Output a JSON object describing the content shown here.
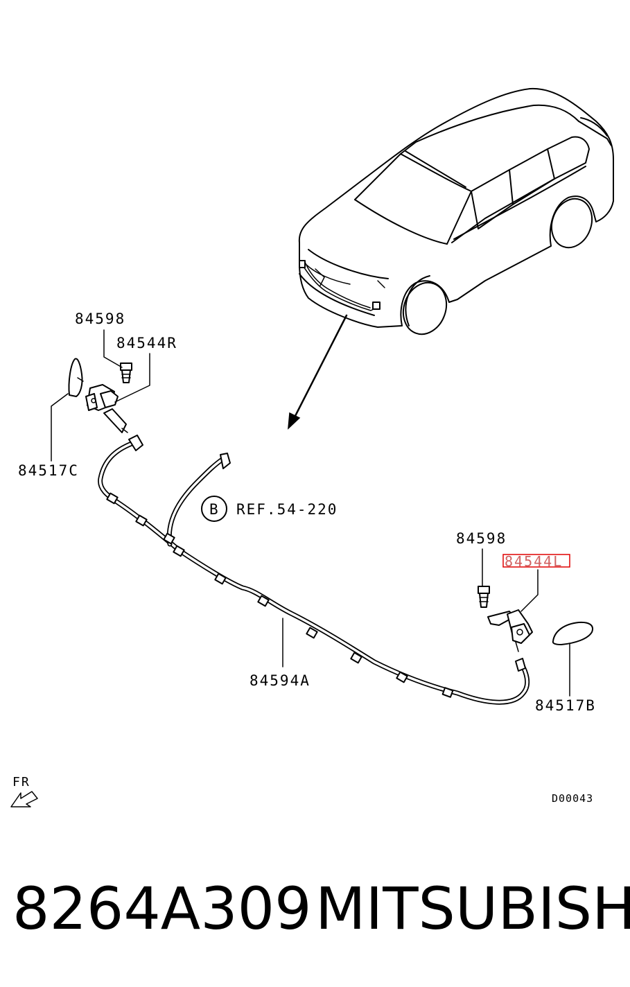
{
  "diagram": {
    "callouts": [
      {
        "id": "84598-left",
        "text": "84598"
      },
      {
        "id": "84544R",
        "text": "84544R"
      },
      {
        "id": "84517C",
        "text": "84517C"
      },
      {
        "id": "ref-text",
        "text": "REF.54-220"
      },
      {
        "id": "ref-circle",
        "text": "B"
      },
      {
        "id": "84598-right",
        "text": "84598"
      },
      {
        "id": "84544L",
        "text": "84544L"
      },
      {
        "id": "84594A",
        "text": "84594A"
      },
      {
        "id": "84517B",
        "text": "84517B"
      },
      {
        "id": "fr",
        "text": "FR"
      },
      {
        "id": "drawing-code",
        "text": "D00043"
      }
    ],
    "highlight_color": "#e00000"
  },
  "footer": {
    "part_number": "8264A309",
    "brand": "MITSUBISHI"
  }
}
